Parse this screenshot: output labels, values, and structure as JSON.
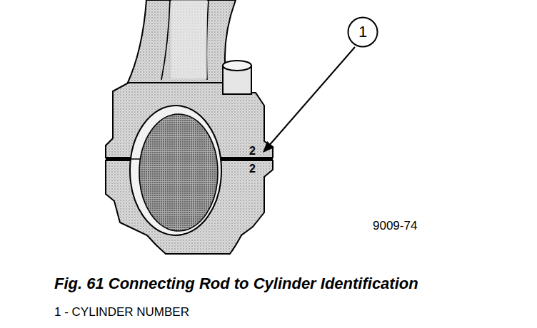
{
  "diagram": {
    "caption": "Fig. 61 Connecting Rod to Cylinder Identification",
    "nodes": [
      {
        "text": [
          "1"
        ]
      }
    ],
    "labels": [
      "2",
      "2",
      "9009-74",
      "1 - CYLINDER NUMBER"
    ]
  }
}
